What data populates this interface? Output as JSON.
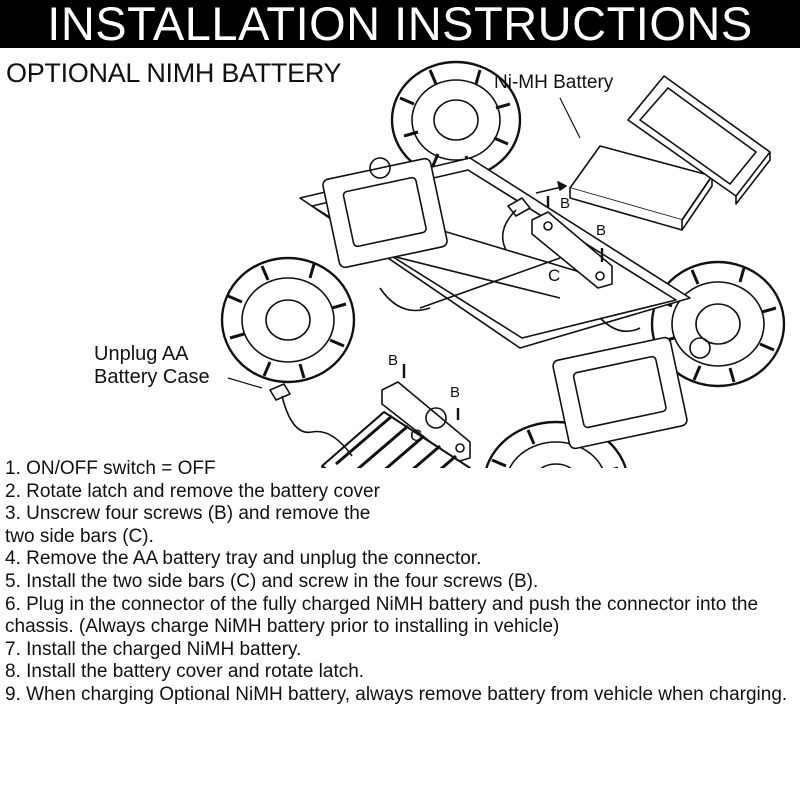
{
  "header": {
    "title": "INSTALLATION INSTRUCTIONS"
  },
  "subtitle": "OPTIONAL NIMH BATTERY",
  "diagram": {
    "battery_label": "Ni-MH Battery",
    "aa_case_label_line1": "Unplug AA",
    "aa_case_label_line2": "Battery Case",
    "callout_b": "B",
    "callout_c": "C"
  },
  "steps": [
    "1. ON/OFF switch = OFF",
    "2. Rotate latch and remove the battery cover",
    "3. Unscrew four screws (B) and remove the two side bars (C).",
    "4. Remove the AA battery tray and unplug the connector.",
    "5. Install the two side bars (C) and screw in the four screws (B).",
    "6. Plug in the connector of the fully charged NiMH battery and push the connector into the chassis. (Always charge NiMH battery prior to installing in vehicle)",
    "7. Install the charged NiMH battery.",
    "8. Install the battery cover and rotate latch.",
    "9. When charging Optional NiMH battery, always remove battery from vehicle when charging."
  ]
}
